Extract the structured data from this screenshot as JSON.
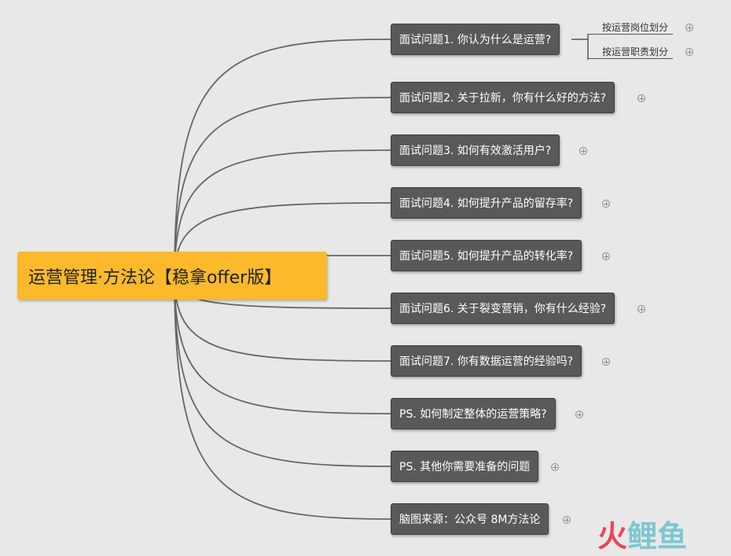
{
  "root": {
    "label": "运营管理·方法论【稳拿offer版】"
  },
  "nodes": [
    {
      "label": "面试问题1. 你认为什么是运营?"
    },
    {
      "label": "面试问题2. 关于拉新，你有什么好的方法?"
    },
    {
      "label": "面试问题3. 如何有效激活用户?"
    },
    {
      "label": "面试问题4. 如何提升产品的留存率?"
    },
    {
      "label": "面试问题5. 如何提升产品的转化率?"
    },
    {
      "label": "面试问题6. 关于裂变营销，你有什么经验?"
    },
    {
      "label": "面试问题7. 你有数据运营的经验吗?"
    },
    {
      "label": "PS. 如何制定整体的运营策略?"
    },
    {
      "label": "PS. 其他你需要准备的问题"
    },
    {
      "label": "脑图来源：公众号 8M方法论"
    }
  ],
  "subnodes": [
    {
      "label": "按运营岗位划分"
    },
    {
      "label": "按运营职责划分"
    }
  ],
  "watermark": {
    "char1": "火",
    "char2": "鲤",
    "char3": "鱼"
  },
  "colors": {
    "root_fill": "#fbb92b",
    "node_fill": "#595959",
    "link": "#666666",
    "background": "#e8e8e8"
  }
}
